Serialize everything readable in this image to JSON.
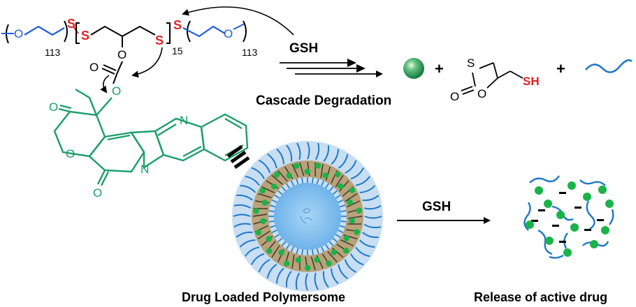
{
  "colors": {
    "peg_chain": "#1f5fd6",
    "disulfide_S": "#e32222",
    "drug": "#1a9e6a",
    "bond": "#000000",
    "shell_blue": "#b8d4ee",
    "core_blue": "#8fc3ef",
    "ring_tan": "#b8a27a",
    "wavy_blue": "#1f78c8",
    "dot_green": "#19b34a"
  },
  "polymer": {
    "peg_repeat_left": "113",
    "disulfide_repeat": "15",
    "peg_repeat_right": "113",
    "atom_O": "O",
    "atom_S": "S"
  },
  "reaction": {
    "reagent_top": "GSH",
    "caption_top": "Cascade Degradation",
    "plus": "+",
    "thiol_label": "SH",
    "reagent_bottom": "GSH"
  },
  "drug": {
    "atom_O": "O",
    "atom_N": "N"
  },
  "captions": {
    "polymersome": "Drug Loaded Polymersome",
    "release": "Release of active drug"
  }
}
